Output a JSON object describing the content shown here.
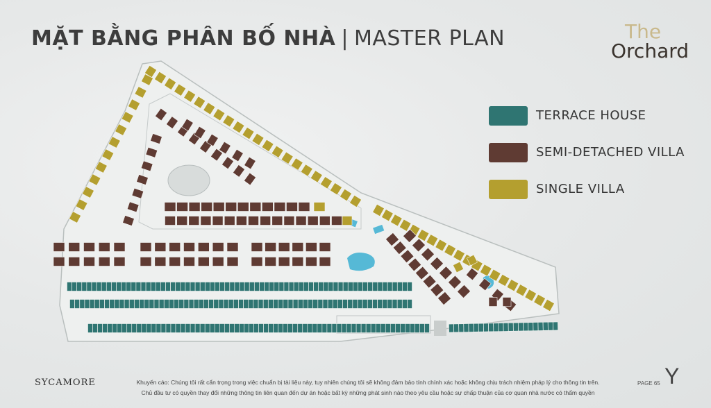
{
  "header": {
    "title_vi": "MẶT BẰNG PHÂN BỐ NHÀ",
    "separator": "|",
    "title_en": "MASTER PLAN"
  },
  "brand": {
    "line1": "The",
    "line2": "Orchard"
  },
  "legend": [
    {
      "label": "TERRACE HOUSE",
      "color": "#2f7572"
    },
    {
      "label": "SEMI-DETACHED VILLA",
      "color": "#5f3b33"
    },
    {
      "label": "SINGLE VILLA",
      "color": "#b49f2f"
    }
  ],
  "footer": {
    "developer_logo": "SYCAMORE",
    "disclaimer_line1": "Khuyến cáo: Chúng tôi rất cẩn trọng trong việc chuẩn bị tài liệu này, tuy nhiên chúng tôi sẽ không đảm bảo tính chính xác hoặc không chịu trách nhiệm pháp lý cho thông tin trên.",
    "disclaimer_line2": "Chủ đầu tư có quyền thay đổi những thông tin liên quan đến dự án hoặc bất kỳ những phát sinh nào theo yêu cầu hoặc sự chấp thuận của cơ quan nhà nước có thẩm quyền",
    "page": "PAGE 65",
    "corner_logo": "Y"
  }
}
